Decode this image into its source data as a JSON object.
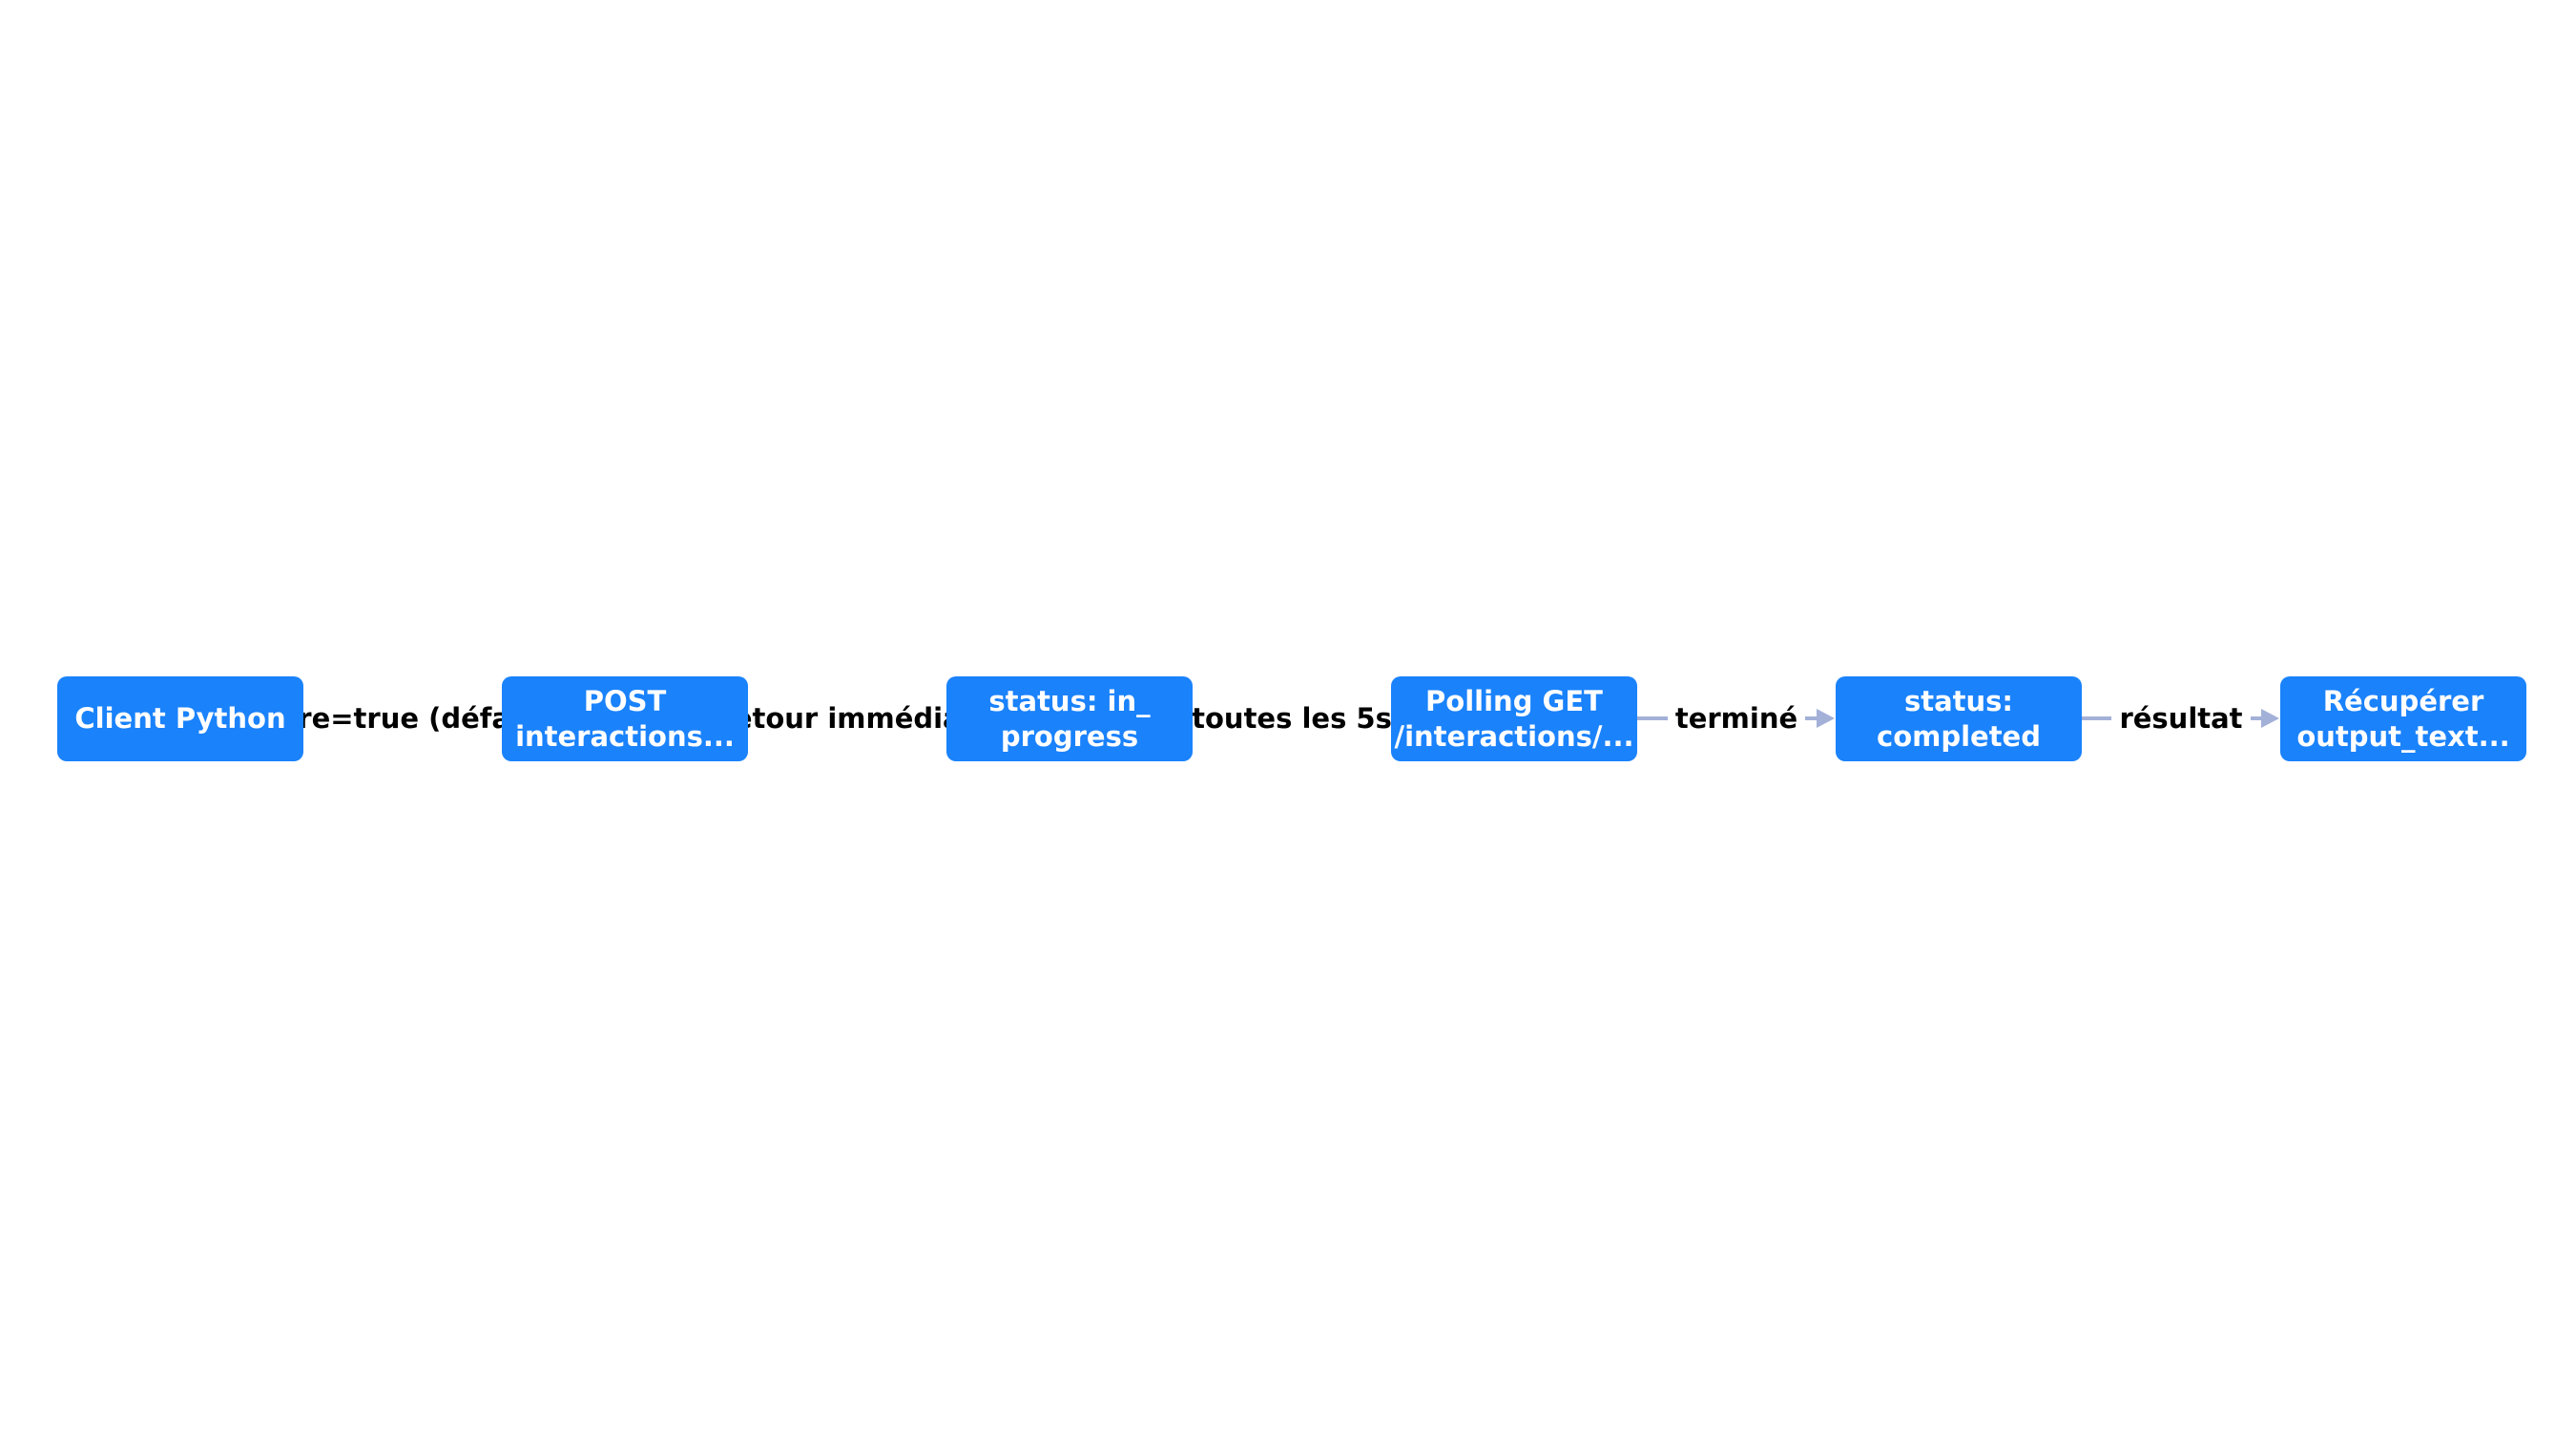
{
  "diagram": {
    "nodes": [
      {
        "id": "client",
        "label": "Client Python"
      },
      {
        "id": "post",
        "label": "POST\ninteractions..."
      },
      {
        "id": "in-progress",
        "label": "status: in_\nprogress"
      },
      {
        "id": "polling",
        "label": "Polling GET\n/interactions/..."
      },
      {
        "id": "completed",
        "label": "status:\ncompleted"
      },
      {
        "id": "retrieve",
        "label": "Récupérer\noutput_text..."
      }
    ],
    "edges": [
      {
        "from": "client",
        "to": "post",
        "label": "store=true (défaut)"
      },
      {
        "from": "post",
        "to": "in-progress",
        "label": "retour immédiat"
      },
      {
        "from": "in-progress",
        "to": "polling",
        "label": "toutes les 5s"
      },
      {
        "from": "polling",
        "to": "completed",
        "label": "terminé"
      },
      {
        "from": "completed",
        "to": "retrieve",
        "label": "résultat"
      }
    ],
    "colors": {
      "node_fill": "#1a82fb",
      "node_text": "#ffffff",
      "edge": "#a3b1d8",
      "label_text": "#000000"
    }
  }
}
